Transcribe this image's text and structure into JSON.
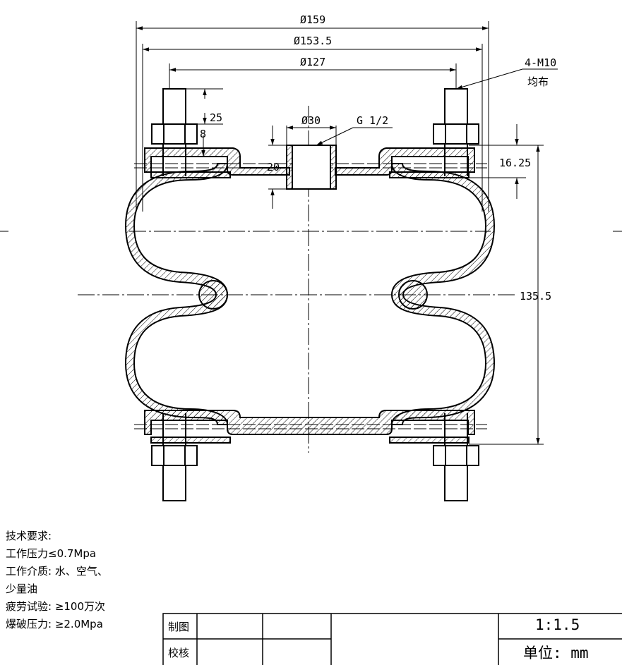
{
  "dimensions": {
    "d159": "Ø159",
    "d153_5": "Ø153.5",
    "d127": "Ø127",
    "bolt_note_line1": "4-M10",
    "bolt_note_line2": "均布",
    "d30": "Ø30",
    "thread": "G 1/2",
    "dim25": "25",
    "dim8": "8",
    "dim20": "20",
    "dim16_25": "16.25",
    "dim135_5": "135.5"
  },
  "notes": {
    "title": "技术要求:",
    "line1": "工作压力≤0.7Mpa",
    "line2": "工作介质: 水、空气、",
    "line3": "少量油",
    "line4": "疲劳试验: ≥100万次",
    "line5": "爆破压力: ≥2.0Mpa"
  },
  "title_block": {
    "drawn_label": "制图",
    "checked_label": "校核",
    "scale": "1:1.5",
    "unit": "单位: mm"
  }
}
